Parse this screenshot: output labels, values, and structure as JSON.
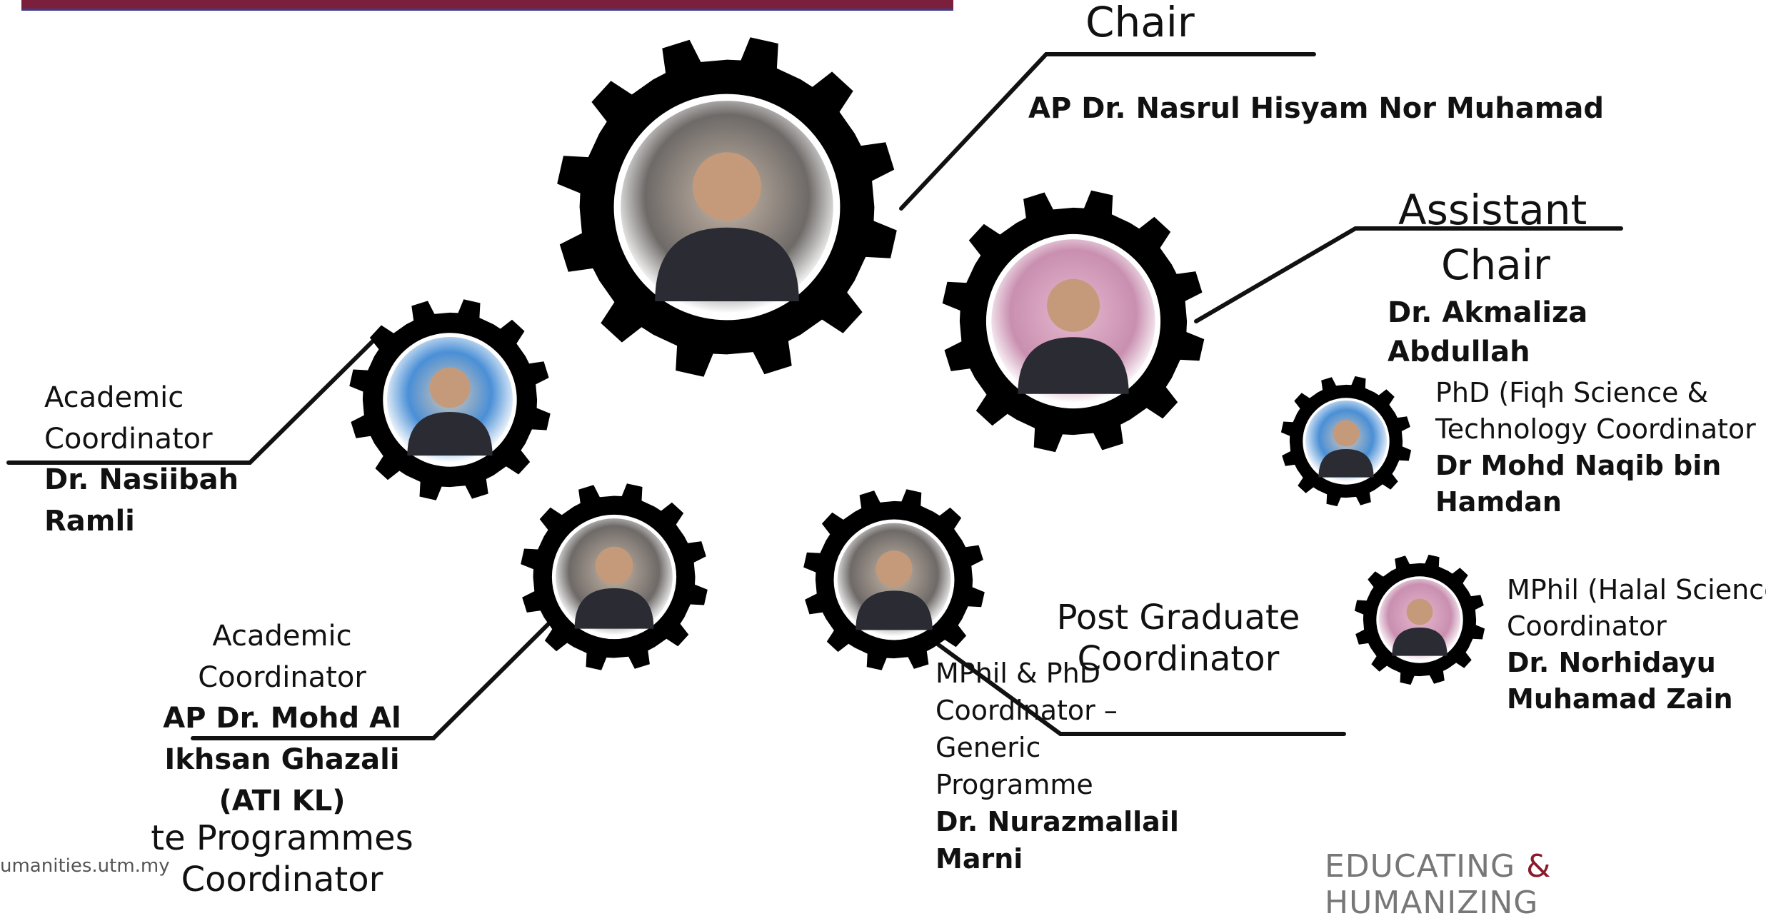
{
  "gears": [
    {
      "id": "chair",
      "photo_hint": "man-suit-photo"
    },
    {
      "id": "assistant-chair",
      "photo_hint": "woman-pink-hijab-photo"
    },
    {
      "id": "academic-coordinator-1",
      "photo_hint": "woman-grey-hijab-photo"
    },
    {
      "id": "academic-coordinator-2",
      "photo_hint": "man-beard-photo"
    },
    {
      "id": "postgraduate-coordinator",
      "photo_hint": "man-songkok-photo"
    },
    {
      "id": "phd-fiqh-coordinator",
      "photo_hint": "man-photo"
    },
    {
      "id": "mphil-halal-coordinator",
      "photo_hint": "woman-hijab-photo"
    }
  ],
  "chair": {
    "role": "Chair",
    "name": "AP Dr. Nasrul Hisyam Nor Muhamad"
  },
  "assistant_chair": {
    "role_line1": "Assistant",
    "role_line2": "Chair",
    "name_line1": "Dr. Akmaliza",
    "name_line2": "Abdullah"
  },
  "phd_fiqh": {
    "role_line1": "PhD (Fiqh Science &",
    "role_line2": "Technology Coordinator",
    "name_line1": "Dr Mohd Naqib bin",
    "name_line2": "Hamdan"
  },
  "mphil_halal": {
    "role_line1": "MPhil (Halal Science)",
    "role_line2": "Coordinator",
    "name_line1": "Dr. Norhidayu",
    "name_line2": "Muhamad Zain"
  },
  "academic_1": {
    "role_line1": "Academic",
    "role_line2": "Coordinator",
    "name_line1": "Dr. Nasiibah",
    "name_line2": "Ramli"
  },
  "academic_2": {
    "role_line1": "Academic",
    "role_line2": "Coordinator",
    "name_line1": "AP Dr. Mohd Al",
    "name_line2": "Ikhsan Ghazali",
    "name_line3": "(ATI KL)"
  },
  "undergrad": {
    "line1": "te Programmes",
    "line2": "Coordinator"
  },
  "postgrad": {
    "role_line1": "Post Graduate",
    "role_line2": "Coordinator"
  },
  "mphil_phd": {
    "role_line1": "MPhil & PhD",
    "role_line2": "Coordinator –",
    "role_line3": "Generic",
    "role_line4": "Programme",
    "name_line1": "Dr. Nurazmallail",
    "name_line2": "Marni"
  },
  "footer": {
    "url": "umanities.utm.my",
    "brand_left": "EDUCATING",
    "brand_amp": "&",
    "brand_right": "HUMANIZING"
  },
  "colors": {
    "gear": "#000000",
    "topbar": "#7a1f3c",
    "amp": "#8b1a2a"
  }
}
